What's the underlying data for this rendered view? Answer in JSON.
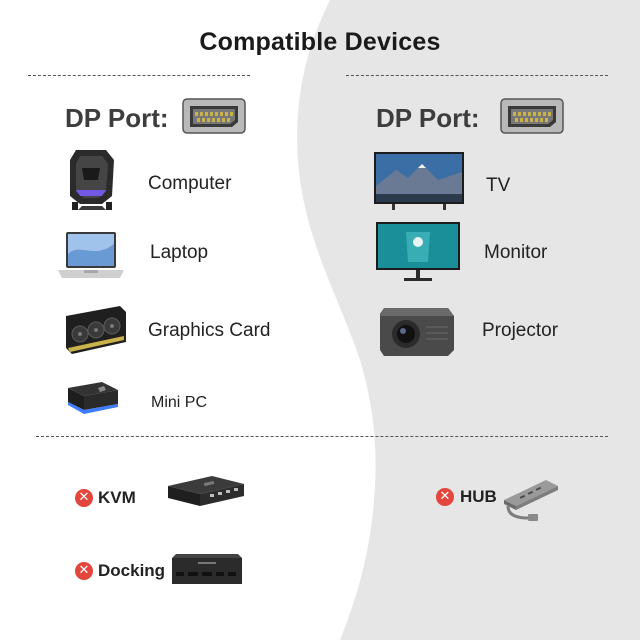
{
  "title": "Compatible Devices",
  "left_column": {
    "port_label": "DP Port:",
    "port_icon": "displayport-connector-icon",
    "devices": [
      {
        "label": "Computer",
        "icon": "gaming-pc-icon"
      },
      {
        "label": "Laptop",
        "icon": "laptop-icon"
      },
      {
        "label": "Graphics Card",
        "icon": "graphics-card-icon"
      },
      {
        "label": "Mini PC",
        "icon": "mini-pc-icon"
      }
    ]
  },
  "right_column": {
    "port_label": "DP Port:",
    "port_icon": "displayport-connector-icon",
    "devices": [
      {
        "label": "TV",
        "icon": "tv-icon"
      },
      {
        "label": "Monitor",
        "icon": "monitor-icon"
      },
      {
        "label": "Projector",
        "icon": "projector-icon"
      }
    ]
  },
  "incompatible": [
    {
      "label": "KVM",
      "icon": "kvm-switch-icon",
      "badge": "✕"
    },
    {
      "label": "HUB",
      "icon": "usb-hub-icon",
      "badge": "✕"
    },
    {
      "label": "Docking",
      "icon": "docking-station-icon",
      "badge": "✕"
    }
  ],
  "colors": {
    "left_bg": "#ffffff",
    "right_bg": "#e6e6e6",
    "x_badge": "#e2463c",
    "port_label": "#3d3d3d"
  }
}
